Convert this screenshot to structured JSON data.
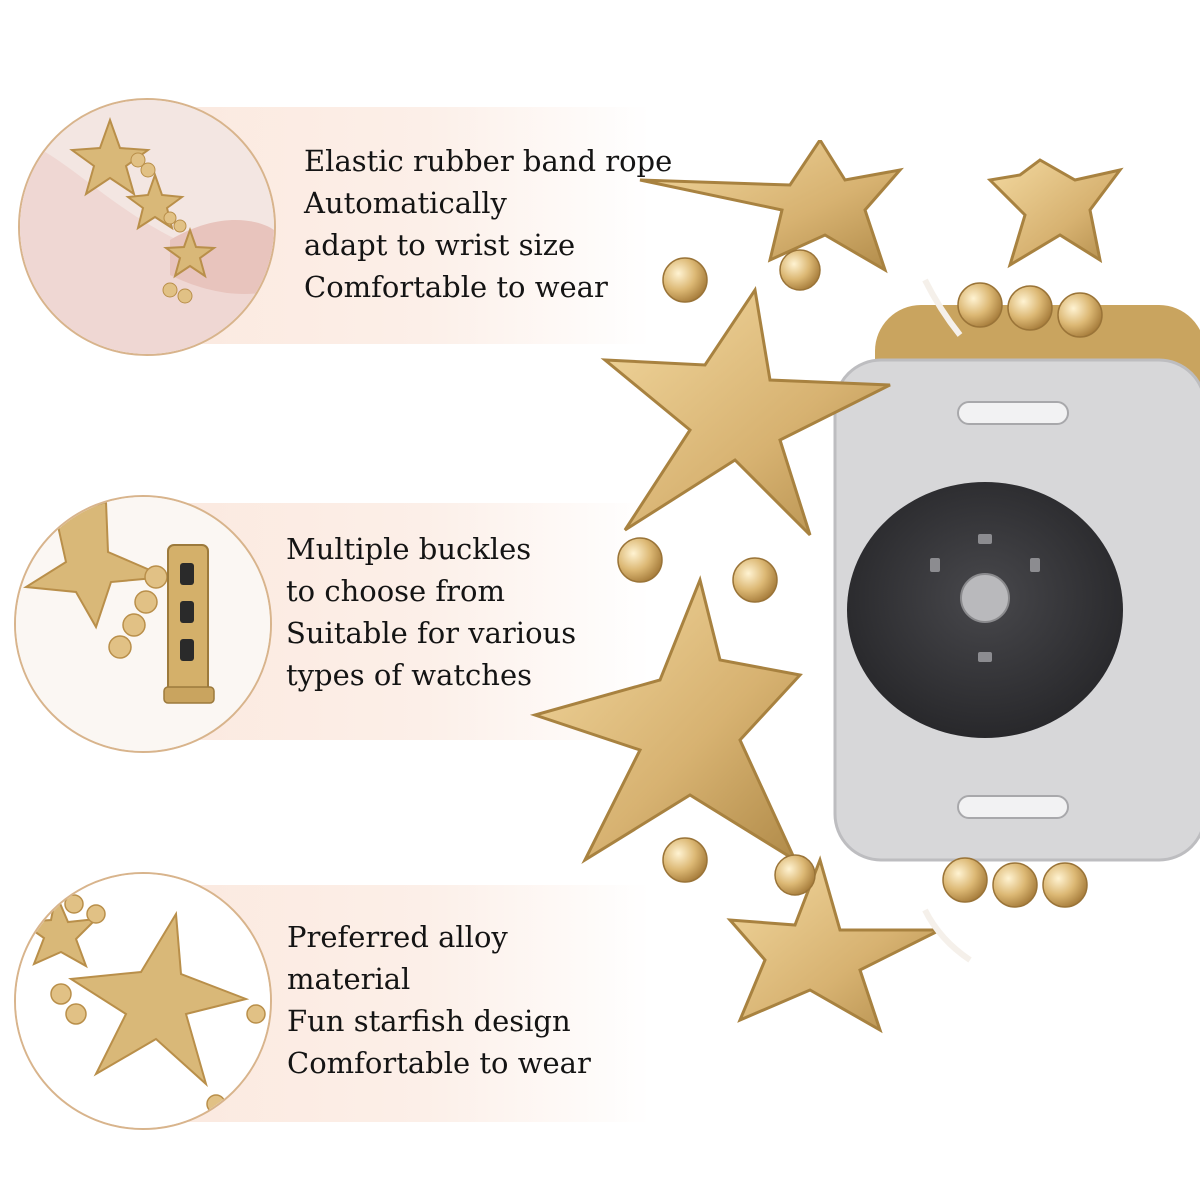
{
  "sections": [
    {
      "features": [
        "Elastic rubber band rope",
        "Automatically",
        "adapt to wrist size",
        "Comfortable to wear"
      ]
    },
    {
      "features": [
        "Multiple buckles",
        "to choose from",
        "Suitable for various",
        "types of watches"
      ]
    },
    {
      "features": [
        "Preferred alloy",
        "material",
        "Fun starfish design",
        "Comfortable to wear"
      ]
    }
  ],
  "colors": {
    "gold": "#d9b878",
    "band_tint": "#fbe9df",
    "circle_border": "#d8b48c",
    "watch_back": "#d2d2d4",
    "sensor": "#333336"
  },
  "icons": [
    "starfish-icon",
    "bead-icon",
    "watch-icon",
    "sensor-icon"
  ]
}
